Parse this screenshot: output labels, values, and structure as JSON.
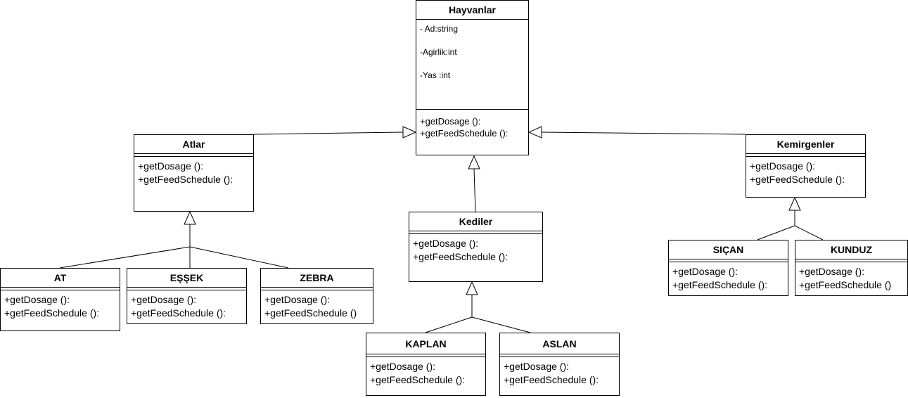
{
  "classes": {
    "hayvanlar": {
      "name": "Hayvanlar",
      "attributes": [
        "- Ad:string",
        "-Agirlik:int",
        "-Yas :int"
      ],
      "operations": [
        "+getDosage ():",
        "+getFeedSchedule ():"
      ]
    },
    "atlar": {
      "name": "Atlar",
      "operations": [
        "+getDosage ():",
        "+getFeedSchedule ():"
      ]
    },
    "kediler": {
      "name": "Kediler",
      "operations": [
        "+getDosage ():",
        "+getFeedSchedule ():"
      ]
    },
    "kemirgenler": {
      "name": "Kemirgenler",
      "operations": [
        "+getDosage ():",
        "+getFeedSchedule ():"
      ]
    },
    "at": {
      "name": "AT",
      "operations": [
        "+getDosage ():",
        "+getFeedSchedule ():"
      ]
    },
    "essek": {
      "name": "EŞŞEK",
      "operations": [
        "+getDosage ():",
        "+getFeedSchedule ():"
      ]
    },
    "zebra": {
      "name": "ZEBRA",
      "operations": [
        "+getDosage ():",
        "+getFeedSchedule ()"
      ]
    },
    "kaplan": {
      "name": "KAPLAN",
      "operations": [
        "+getDosage ():",
        "+getFeedSchedule ():"
      ]
    },
    "aslan": {
      "name": "ASLAN",
      "operations": [
        "+getDosage ():",
        "+getFeedSchedule ():"
      ]
    },
    "sican": {
      "name": "SIÇAN",
      "operations": [
        "+getDosage ():",
        "+getFeedSchedule ():"
      ]
    },
    "kunduz": {
      "name": "KUNDUZ",
      "operations": [
        "+getDosage ():",
        "+getFeedSchedule ()"
      ]
    }
  },
  "relations": [
    {
      "type": "generalization",
      "from": "atlar",
      "to": "hayvanlar"
    },
    {
      "type": "generalization",
      "from": "kediler",
      "to": "hayvanlar"
    },
    {
      "type": "generalization",
      "from": "kemirgenler",
      "to": "hayvanlar"
    },
    {
      "type": "generalization",
      "from": "at",
      "to": "atlar"
    },
    {
      "type": "generalization",
      "from": "essek",
      "to": "atlar"
    },
    {
      "type": "generalization",
      "from": "zebra",
      "to": "atlar"
    },
    {
      "type": "generalization",
      "from": "kaplan",
      "to": "kediler"
    },
    {
      "type": "generalization",
      "from": "aslan",
      "to": "kediler"
    },
    {
      "type": "generalization",
      "from": "sican",
      "to": "kemirgenler"
    },
    {
      "type": "generalization",
      "from": "kunduz",
      "to": "kemirgenler"
    }
  ]
}
